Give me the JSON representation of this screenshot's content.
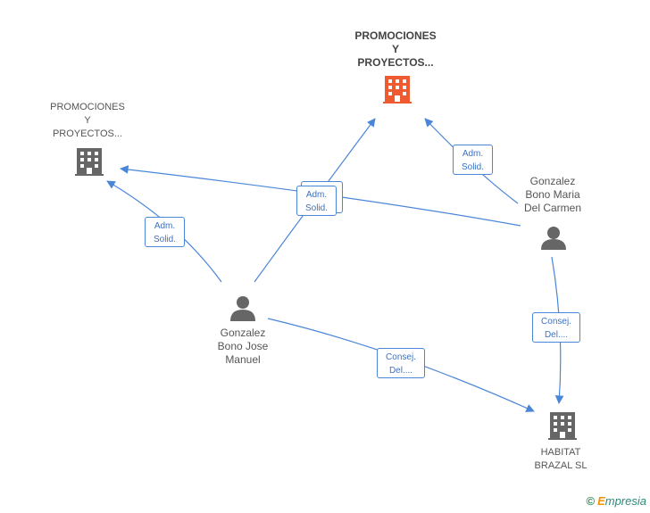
{
  "nodes": {
    "company_top": {
      "lines": [
        "PROMOCIONES",
        "Y",
        "PROYECTOS..."
      ],
      "color": "#f05a30"
    },
    "company_left": {
      "lines": [
        "PROMOCIONES",
        "Y",
        "PROYECTOS..."
      ],
      "color": "#666666"
    },
    "company_habitat": {
      "lines": [
        "HABITAT",
        "BRAZAL SL"
      ],
      "color": "#666666"
    },
    "person_jose": {
      "lines": [
        "Gonzalez",
        "Bono Jose",
        "Manuel"
      ],
      "color": "#666666"
    },
    "person_maria": {
      "lines": [
        "Gonzalez",
        "Bono Maria",
        "Del Carmen"
      ],
      "color": "#666666"
    }
  },
  "edges": {
    "adm_solid": [
      "Adm.",
      "Solid."
    ],
    "consej_del": [
      "Consej.",
      "Del...."
    ]
  },
  "colors": {
    "edge": "#4a86d8"
  },
  "footer": {
    "copyright": "©",
    "brand_initial": "E",
    "brand_rest": "mpresia"
  }
}
